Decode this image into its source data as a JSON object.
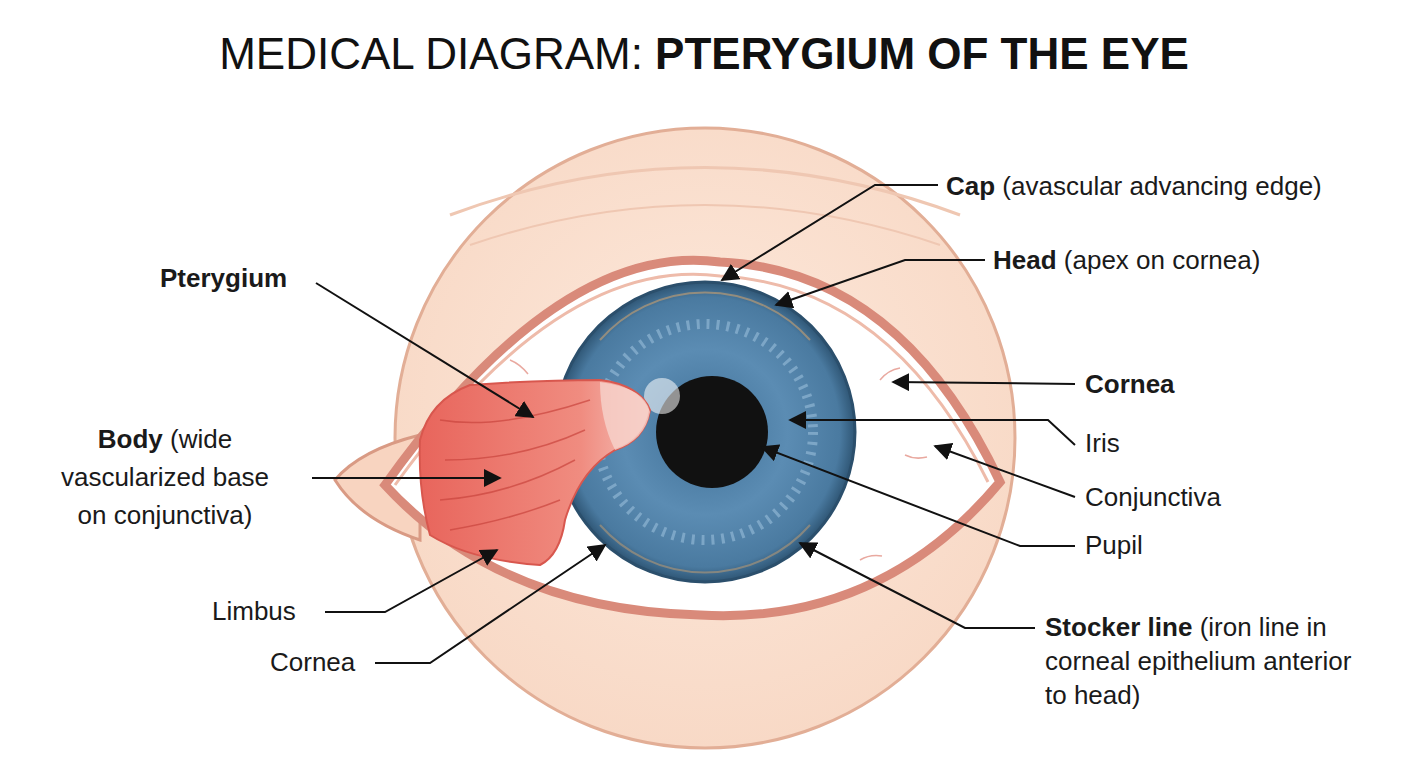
{
  "diagram": {
    "title": "MEDICAL DIAGRAM: PTERYGIUM OF THE EYE",
    "labels": [
      "Cap (avascular advancing edge)",
      "Head (apex on cornea)",
      "Pterygium",
      "Cornea",
      "Iris",
      "Body (wide vascularized base on conjunctiva)",
      "Conjunctiva",
      "Pupil",
      "Limbus",
      "Stocker line (iron line in corneal epithelium anterior to head)",
      "Cornea"
    ]
  }
}
